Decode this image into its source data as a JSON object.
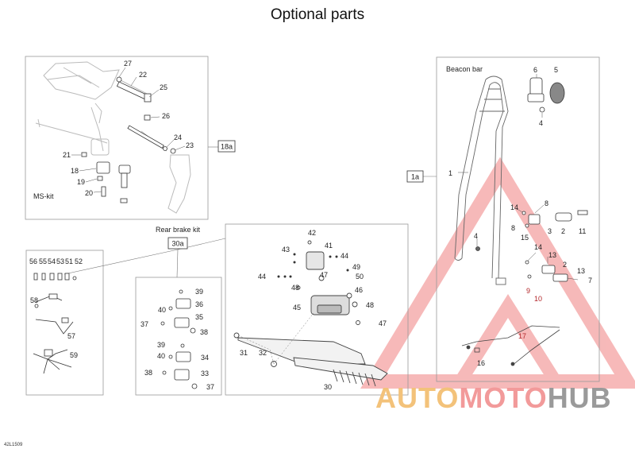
{
  "title": "Optional parts",
  "footer_code": "42L1509",
  "sections": {
    "beacon_bar": "Beacon bar",
    "ms_kit": "MS-kit",
    "rear_brake_kit": "Rear brake kit"
  },
  "boxed_refs": {
    "ref_18a": "18a",
    "ref_1a": "1a",
    "ref_30a": "30a"
  },
  "watermark": {
    "part1": "AUTO",
    "part2": "MOTO",
    "part3": "HUB",
    "color_auto": "#f3c27a",
    "color_moto": "#f29a9a",
    "color_hub": "#9a9a9a",
    "triangle_color": "#f08080"
  },
  "callouts": {
    "ms": [
      "27",
      "22",
      "25",
      "26",
      "24",
      "23",
      "21",
      "18",
      "19",
      "20"
    ],
    "beacon": [
      "6",
      "5",
      "4",
      "1",
      "8",
      "14",
      "3",
      "2",
      "11",
      "8",
      "15",
      "4",
      "14",
      "13",
      "2",
      "13",
      "7",
      "9",
      "10",
      "17",
      "16"
    ],
    "electrical": [
      "56",
      "55",
      "54",
      "53",
      "51",
      "52",
      "58",
      "57",
      "59"
    ],
    "brake_kit": [
      "39",
      "40",
      "36",
      "35",
      "37",
      "38",
      "39",
      "40",
      "34",
      "38",
      "33",
      "37"
    ],
    "brake": [
      "42",
      "43",
      "41",
      "44",
      "44",
      "49",
      "47",
      "50",
      "48",
      "46",
      "45",
      "48",
      "47",
      "31",
      "32",
      "30"
    ]
  }
}
